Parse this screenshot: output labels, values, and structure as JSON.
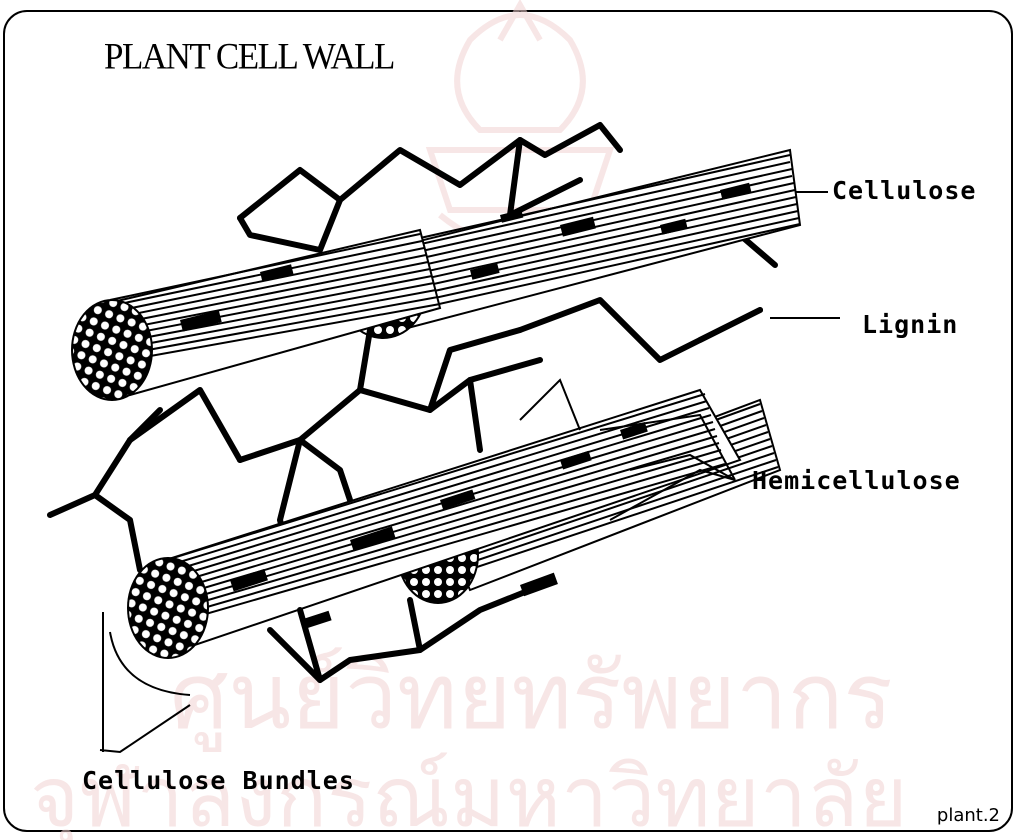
{
  "figure": {
    "title": "PLANT CELL WALL",
    "footer": "plant.2"
  },
  "labels": {
    "cellulose": "Cellulose",
    "lignin": "Lignin",
    "hemicellulose": "Hemicellulose",
    "cellulose_bundles": "Cellulose Bundles"
  },
  "watermark": {
    "line1": "ศูนย์วิทยทรัพยากร",
    "line2": "จุฬาลงกรณ์มหาวิทยาลัย"
  },
  "colors": {
    "ink": "#000000",
    "paper": "#ffffff",
    "watermark": "#f2d2d2"
  }
}
